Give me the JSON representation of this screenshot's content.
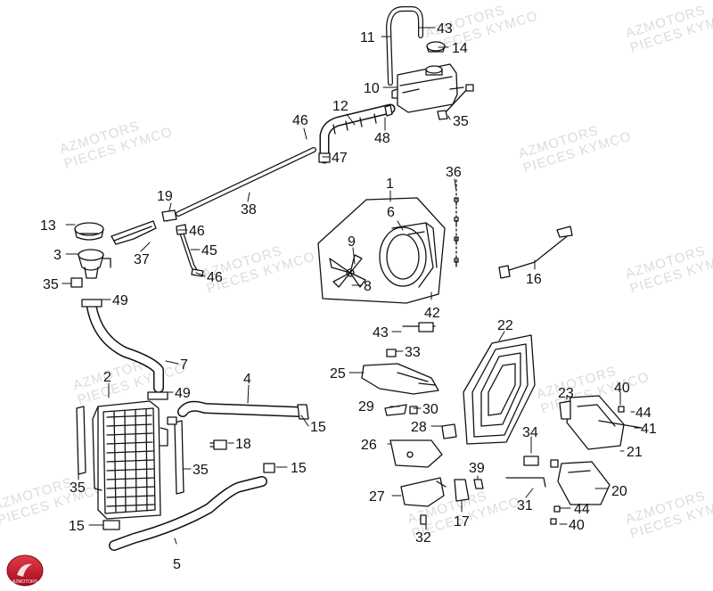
{
  "watermark": {
    "line1": "AZMOTORS",
    "line2": "PIECES KYMCO"
  },
  "logo": {
    "text": "AZMOTORS",
    "color": "#c8102e"
  },
  "callouts": [
    {
      "n": "43"
    },
    {
      "n": "11"
    },
    {
      "n": "14"
    },
    {
      "n": "10"
    },
    {
      "n": "35"
    },
    {
      "n": "12"
    },
    {
      "n": "46"
    },
    {
      "n": "48"
    },
    {
      "n": "47"
    },
    {
      "n": "36"
    },
    {
      "n": "1"
    },
    {
      "n": "6"
    },
    {
      "n": "38"
    },
    {
      "n": "19"
    },
    {
      "n": "13"
    },
    {
      "n": "46"
    },
    {
      "n": "9"
    },
    {
      "n": "45"
    },
    {
      "n": "3"
    },
    {
      "n": "37"
    },
    {
      "n": "46"
    },
    {
      "n": "16"
    },
    {
      "n": "8"
    },
    {
      "n": "35"
    },
    {
      "n": "42"
    },
    {
      "n": "49"
    },
    {
      "n": "22"
    },
    {
      "n": "43"
    },
    {
      "n": "33"
    },
    {
      "n": "7"
    },
    {
      "n": "25"
    },
    {
      "n": "2"
    },
    {
      "n": "4"
    },
    {
      "n": "49"
    },
    {
      "n": "40"
    },
    {
      "n": "23"
    },
    {
      "n": "44"
    },
    {
      "n": "29"
    },
    {
      "n": "30"
    },
    {
      "n": "41"
    },
    {
      "n": "28"
    },
    {
      "n": "15"
    },
    {
      "n": "18"
    },
    {
      "n": "26"
    },
    {
      "n": "34"
    },
    {
      "n": "21"
    },
    {
      "n": "35"
    },
    {
      "n": "35"
    },
    {
      "n": "15"
    },
    {
      "n": "39"
    },
    {
      "n": "20"
    },
    {
      "n": "27"
    },
    {
      "n": "31"
    },
    {
      "n": "44"
    },
    {
      "n": "15"
    },
    {
      "n": "17"
    },
    {
      "n": "40"
    },
    {
      "n": "32"
    },
    {
      "n": "5"
    }
  ]
}
